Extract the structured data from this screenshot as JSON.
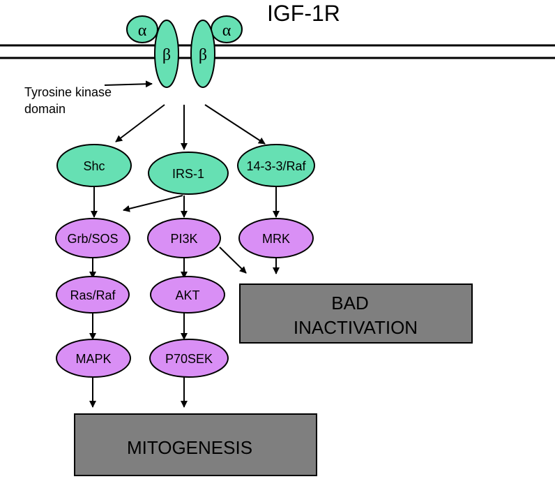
{
  "receptor": {
    "title": "IGF-1R",
    "alpha": "α",
    "beta": "β",
    "kinase_line1": "Tyrosine kinase",
    "kinase_line2": "domain"
  },
  "nodes": {
    "shc": "Shc",
    "irs1": "IRS-1",
    "raf1433": "14-3-3/Raf",
    "grbsos": "Grb/SOS",
    "pi3k": "PI3K",
    "mrk": "MRK",
    "rasraf": "Ras/Raf",
    "akt": "AKT",
    "mapk": "MAPK",
    "p70sek": "P70SEK"
  },
  "outcomes": {
    "bad_line1": "BAD",
    "bad_line2": "INACTIVATION",
    "mitogenesis": "MITOGENESIS"
  },
  "colors": {
    "adaptor_fill": "#66e0b3",
    "kinase_fill": "#d98ff5",
    "outcome_fill": "#7f7f7f"
  }
}
